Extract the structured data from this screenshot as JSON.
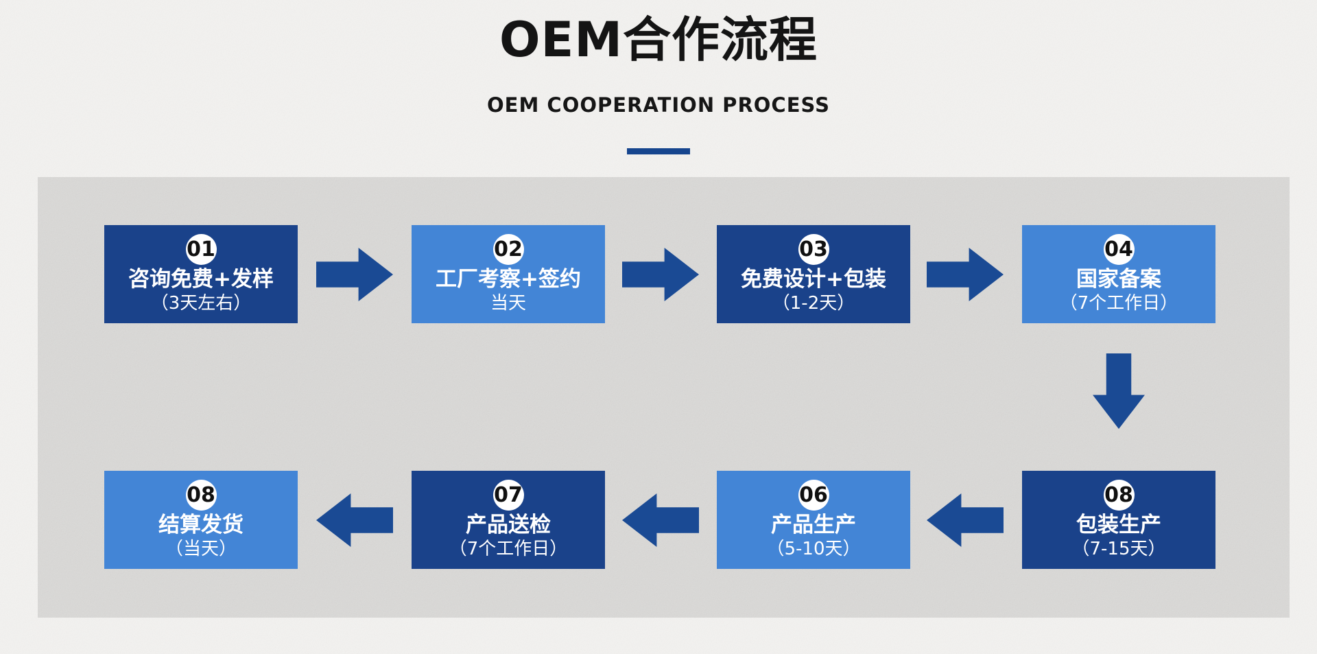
{
  "header": {
    "title": "OEM合作流程",
    "subtitle": "OEM COOPERATION PROCESS"
  },
  "colors": {
    "navy": "#1a428a",
    "light_blue": "#4385d6",
    "arrow": "#1a4a94",
    "accent_underline": "#16458e",
    "panel_bg": "#dbdad8",
    "page_bg": "#f4f3f1",
    "step_text": "#ffffff",
    "number_text": "#101010",
    "number_circle_bg": "#ffffff"
  },
  "steps": [
    {
      "number": "01",
      "label": "咨询免费+发样",
      "duration": "（3天左右）",
      "variant": "navy",
      "row": 1,
      "col": 1
    },
    {
      "number": "02",
      "label": "工厂考察+签约",
      "duration": "当天",
      "variant": "light_blue",
      "row": 1,
      "col": 2
    },
    {
      "number": "03",
      "label": "免费设计+包装",
      "duration": "（1-2天）",
      "variant": "navy",
      "row": 1,
      "col": 3
    },
    {
      "number": "04",
      "label": "国家备案",
      "duration": "（7个工作日）",
      "variant": "light_blue",
      "row": 1,
      "col": 4
    },
    {
      "number": "08",
      "label": "包装生产",
      "duration": "（7-15天）",
      "variant": "navy",
      "row": 2,
      "col": 4
    },
    {
      "number": "06",
      "label": "产品生产",
      "duration": "（5-10天）",
      "variant": "light_blue",
      "row": 2,
      "col": 3
    },
    {
      "number": "07",
      "label": "产品送检",
      "duration": "（7个工作日）",
      "variant": "navy",
      "row": 2,
      "col": 2
    },
    {
      "number": "08",
      "label": "结算发货",
      "duration": "（当天）",
      "variant": "light_blue",
      "row": 2,
      "col": 1
    }
  ],
  "arrows": [
    {
      "direction": "right",
      "between": [
        "01",
        "02"
      ]
    },
    {
      "direction": "right",
      "between": [
        "02",
        "03"
      ]
    },
    {
      "direction": "right",
      "between": [
        "03",
        "04"
      ]
    },
    {
      "direction": "down",
      "between": [
        "04",
        "08-包装生产"
      ]
    },
    {
      "direction": "left",
      "between": [
        "08-包装生产",
        "06"
      ]
    },
    {
      "direction": "left",
      "between": [
        "06",
        "07"
      ]
    },
    {
      "direction": "left",
      "between": [
        "07",
        "08-结算发货"
      ]
    }
  ]
}
